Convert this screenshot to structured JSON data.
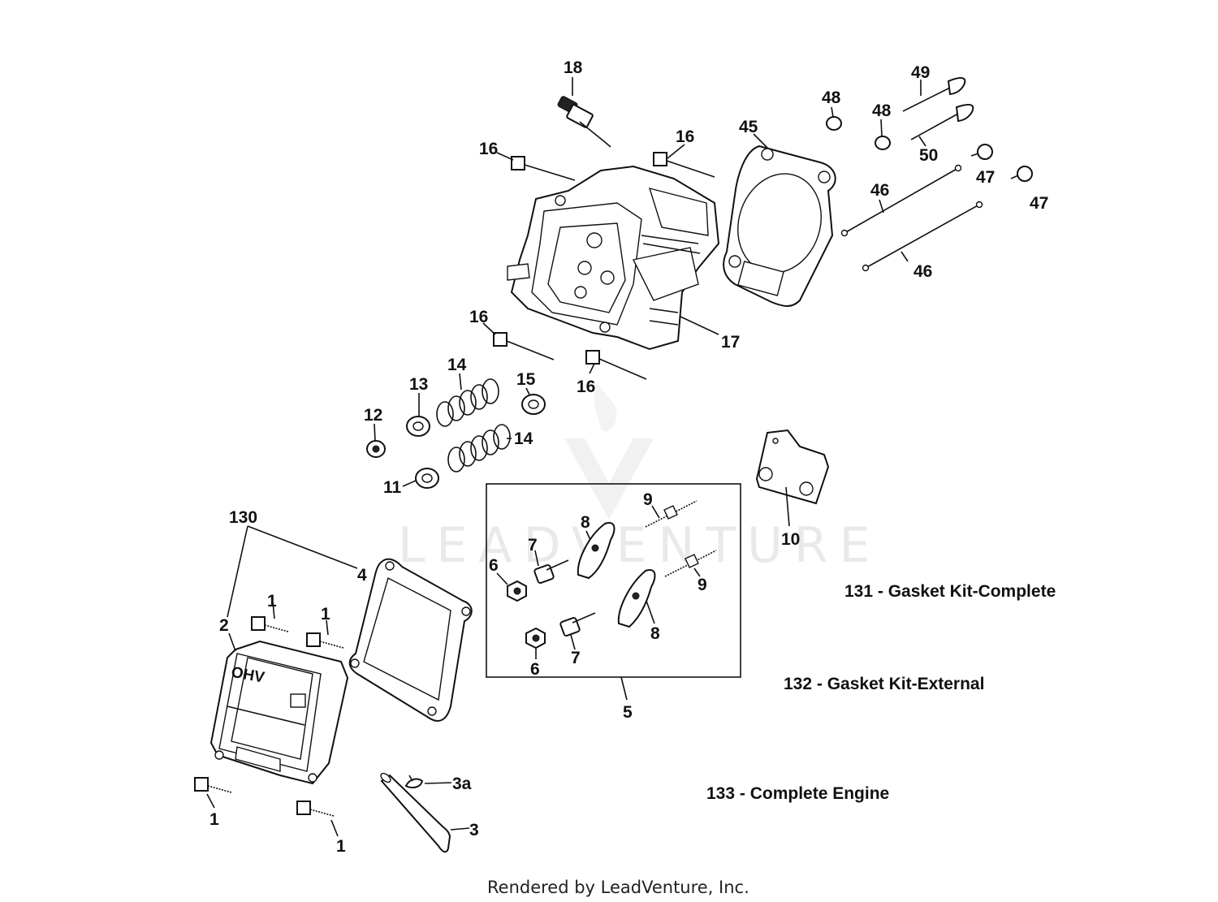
{
  "diagram": {
    "watermark": "LEADVENTURE",
    "footer": "Rendered by LeadVenture, Inc.",
    "kits": [
      "131 - Gasket Kit-Complete",
      "132 - Gasket Kit-External",
      "133 - Complete Engine"
    ],
    "callouts": [
      "18",
      "16",
      "16",
      "45",
      "48",
      "48",
      "49",
      "50",
      "47",
      "47",
      "46",
      "46",
      "16",
      "16",
      "17",
      "14",
      "13",
      "15",
      "12",
      "14",
      "11",
      "10",
      "130",
      "4",
      "1",
      "1",
      "2",
      "1",
      "1",
      "3a",
      "3",
      "9",
      "8",
      "7",
      "6",
      "9",
      "8",
      "7",
      "6",
      "5"
    ],
    "cover_text": "OHV"
  }
}
